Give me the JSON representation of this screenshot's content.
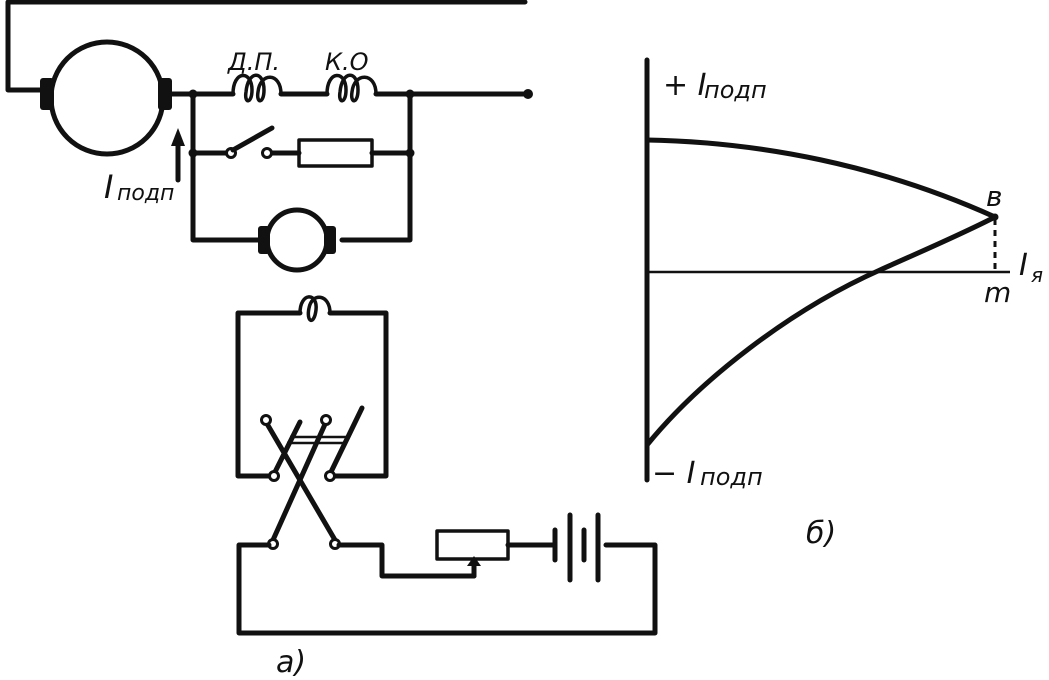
{
  "labels": {
    "dp": "Д.П.",
    "ko": "К.О",
    "i_main": "I",
    "i_main_sub": "подп",
    "plus_i": "+ I",
    "plus_i_sub": "подп",
    "minus_i": "− I",
    "minus_i_sub": "подп",
    "i_axis": "I",
    "i_axis_sub": "я",
    "point_v": "в",
    "point_m": "m",
    "fig_a": "а)",
    "fig_b": "б)"
  }
}
